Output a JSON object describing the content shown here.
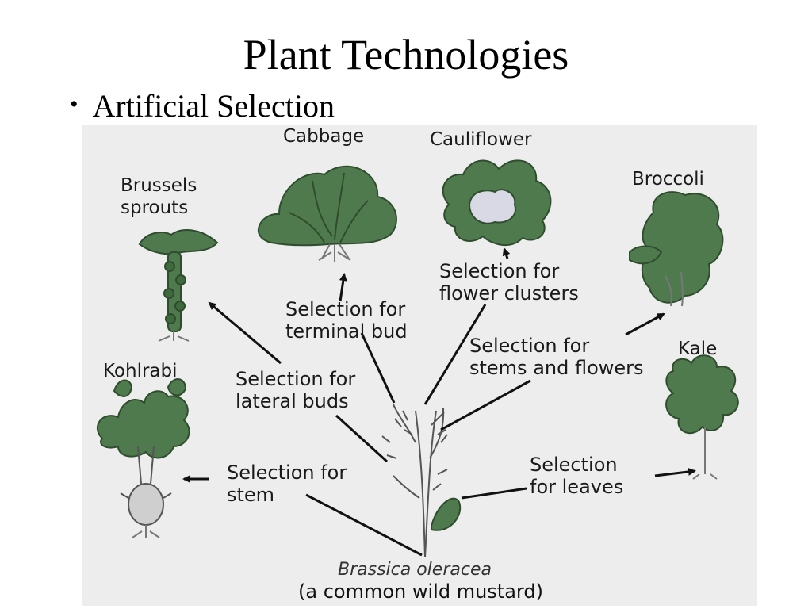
{
  "slide": {
    "title": "Plant Technologies",
    "bullet": "Artificial Selection"
  },
  "diagram": {
    "plants": {
      "cabbage": "Cabbage",
      "cauliflower": "Cauliflower",
      "brussels": "Brussels\nsprouts",
      "broccoli": "Broccoli",
      "kale": "Kale",
      "kohlrabi": "Kohlrabi"
    },
    "selections": {
      "terminal_bud": "Selection for\nterminal bud",
      "flower_clusters": "Selection for\nflower clusters",
      "lateral_buds": "Selection for\nlateral buds",
      "stems_flowers": "Selection for\nstems and flowers",
      "stem": "Selection for\nstem",
      "leaves": "Selection\nfor leaves"
    },
    "origin": {
      "species": "Brassica oleracea",
      "common": "(a common wild mustard)"
    },
    "colors": {
      "leaf": "#4f7a4d",
      "leaf_dark": "#2f4d2e",
      "cauliflower_head": "#d9d9e6",
      "background": "#ededed"
    }
  }
}
